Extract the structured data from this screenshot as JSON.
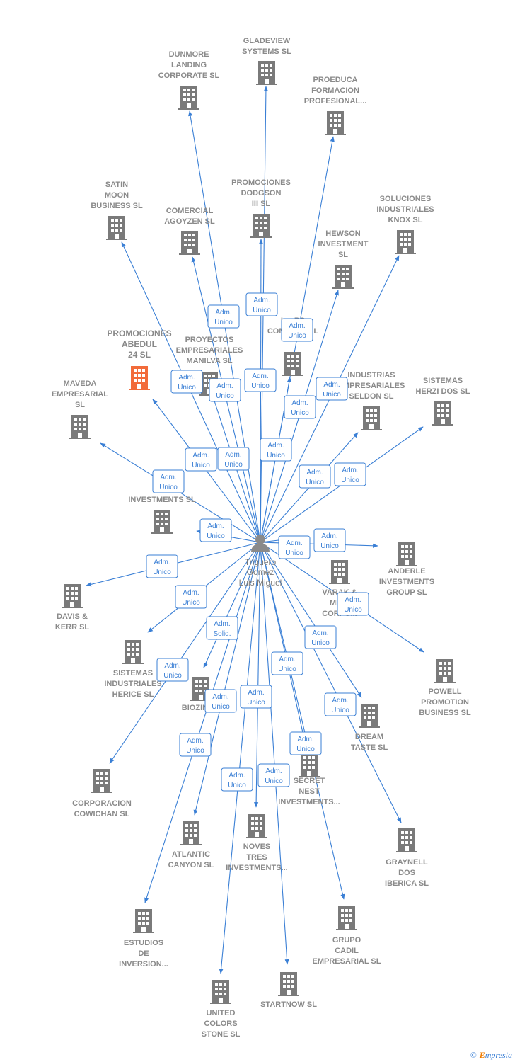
{
  "center": {
    "label_lines": [
      "Triguero",
      "Gomez",
      "Luis Miguel"
    ]
  },
  "colors": {
    "edge": "#3a7fd5",
    "building": "#7a7a7a",
    "highlight": "#f26b3a",
    "person": "#8a8a8a"
  },
  "nodes": [
    {
      "id": "gladeview",
      "lines": [
        "GLADEVIEW",
        "SYSTEMS  SL"
      ],
      "role": "Adm.|Unico"
    },
    {
      "id": "dunmore",
      "lines": [
        "DUNMORE",
        "LANDING",
        "CORPORATE SL"
      ],
      "role": "Adm.|Unico"
    },
    {
      "id": "proeduca",
      "lines": [
        "PROEDUCA",
        "FORMACION",
        "PROFESIONAL..."
      ],
      "role": "Adm.|Unico"
    },
    {
      "id": "satin",
      "lines": [
        "SATIN",
        "MOON",
        "BUSINESS SL"
      ],
      "role": "Adm.|Unico"
    },
    {
      "id": "comercial",
      "lines": [
        "COMERCIAL",
        "AGOYZEN SL"
      ],
      "role": "Adm.|Unico"
    },
    {
      "id": "dodgson",
      "lines": [
        "PROMOCIONES",
        "DODGSON",
        "III SL"
      ],
      "role": "Adm.|Unico"
    },
    {
      "id": "soluciones",
      "lines": [
        "SOLUCIONES",
        "INDUSTRIALES",
        "KNOX SL"
      ],
      "role": "Adm.|Unico"
    },
    {
      "id": "hewson",
      "lines": [
        "HEWSON",
        "INVESTMENT",
        "SL"
      ],
      "role": "Adm.|Unico"
    },
    {
      "id": "abedul",
      "lines": [
        "PROMOCIONES",
        "ABEDUL",
        "24  SL"
      ],
      "role": "Adm.|Unico",
      "highlight": true
    },
    {
      "id": "manilva",
      "lines": [
        "PROYECTOS",
        "EMPRESARIALES",
        "MANILVA SL"
      ],
      "role": "Adm.|Unico"
    },
    {
      "id": "company",
      "lines": [
        "L... PC",
        "COMPANY  SL"
      ],
      "role": "Adm.|Unico"
    },
    {
      "id": "seldon",
      "lines": [
        "INDUSTRIAS",
        "EMPRESARIALES",
        "SELDON SL"
      ],
      "role": "Adm.|Unico"
    },
    {
      "id": "herzi",
      "lines": [
        "SISTEMAS",
        "HERZI DOS SL"
      ],
      "role": "Adm.|Unico"
    },
    {
      "id": "maveda",
      "lines": [
        "MAVEDA",
        "EMPRESARIAL",
        "SL"
      ],
      "role": "Adm.|Unico"
    },
    {
      "id": "agx",
      "lines": [
        "AG...",
        "INVESTMENTS SL"
      ],
      "role": "Adm.|Unico"
    },
    {
      "id": "anderle",
      "lines": [
        "ANDERLE",
        "INVESTMENTS",
        "GROUP SL"
      ],
      "role": "Adm.|Unico"
    },
    {
      "id": "varak",
      "lines": [
        "VARAK &",
        "MIL...",
        "CORPO..."
      ],
      "role": "Adm.|Unico"
    },
    {
      "id": "davis",
      "lines": [
        "DAVIS &",
        "KERR SL"
      ],
      "role": "Adm.|Unico"
    },
    {
      "id": "herice",
      "lines": [
        "SISTEMAS",
        "INDUSTRIALES",
        "HERICE  SL"
      ],
      "role": "Adm.|Unico"
    },
    {
      "id": "powell",
      "lines": [
        "POWELL",
        "PROMOTION",
        "BUSINESS  SL"
      ],
      "role": "Adm.|Unico"
    },
    {
      "id": "biozinc",
      "lines": [
        "BIOZINC..."
      ],
      "role": "Adm.|Solid."
    },
    {
      "id": "dream",
      "lines": [
        "DREAM",
        "TASTE SL"
      ],
      "role": "Adm.|Unico"
    },
    {
      "id": "cowichan",
      "lines": [
        "CORPORACION",
        "COWICHAN SL"
      ],
      "role": "Adm.|Unico"
    },
    {
      "id": "secret",
      "lines": [
        "SECRET",
        "NEST",
        "INVESTMENTS..."
      ],
      "role": "Adm.|Unico"
    },
    {
      "id": "graynell",
      "lines": [
        "GRAYNELL",
        "DOS",
        "IBERICA  SL"
      ],
      "role": "Adm.|Unico"
    },
    {
      "id": "atlantic",
      "lines": [
        "ATLANTIC",
        "CANYON SL"
      ],
      "role": "Adm.|Unico"
    },
    {
      "id": "noves",
      "lines": [
        "NOVES",
        "TRES",
        "INVESTMENTS..."
      ],
      "role": "Adm.|Unico"
    },
    {
      "id": "estudios",
      "lines": [
        "ESTUDIOS",
        "DE",
        "INVERSION..."
      ],
      "role": "Adm.|Unico"
    },
    {
      "id": "cadil",
      "lines": [
        "GRUPO",
        "CADIL",
        "EMPRESARIAL SL"
      ],
      "role": "Adm.|Unico"
    },
    {
      "id": "united",
      "lines": [
        "UNITED",
        "COLORS",
        "STONE SL"
      ],
      "role": "Adm.|Unico"
    },
    {
      "id": "startnow",
      "lines": [
        "STARTNOW SL"
      ],
      "role": "Adm.|Unico"
    }
  ],
  "brand": {
    "copyright": "©",
    "name_initial": "E",
    "name_rest": "mpresia"
  }
}
